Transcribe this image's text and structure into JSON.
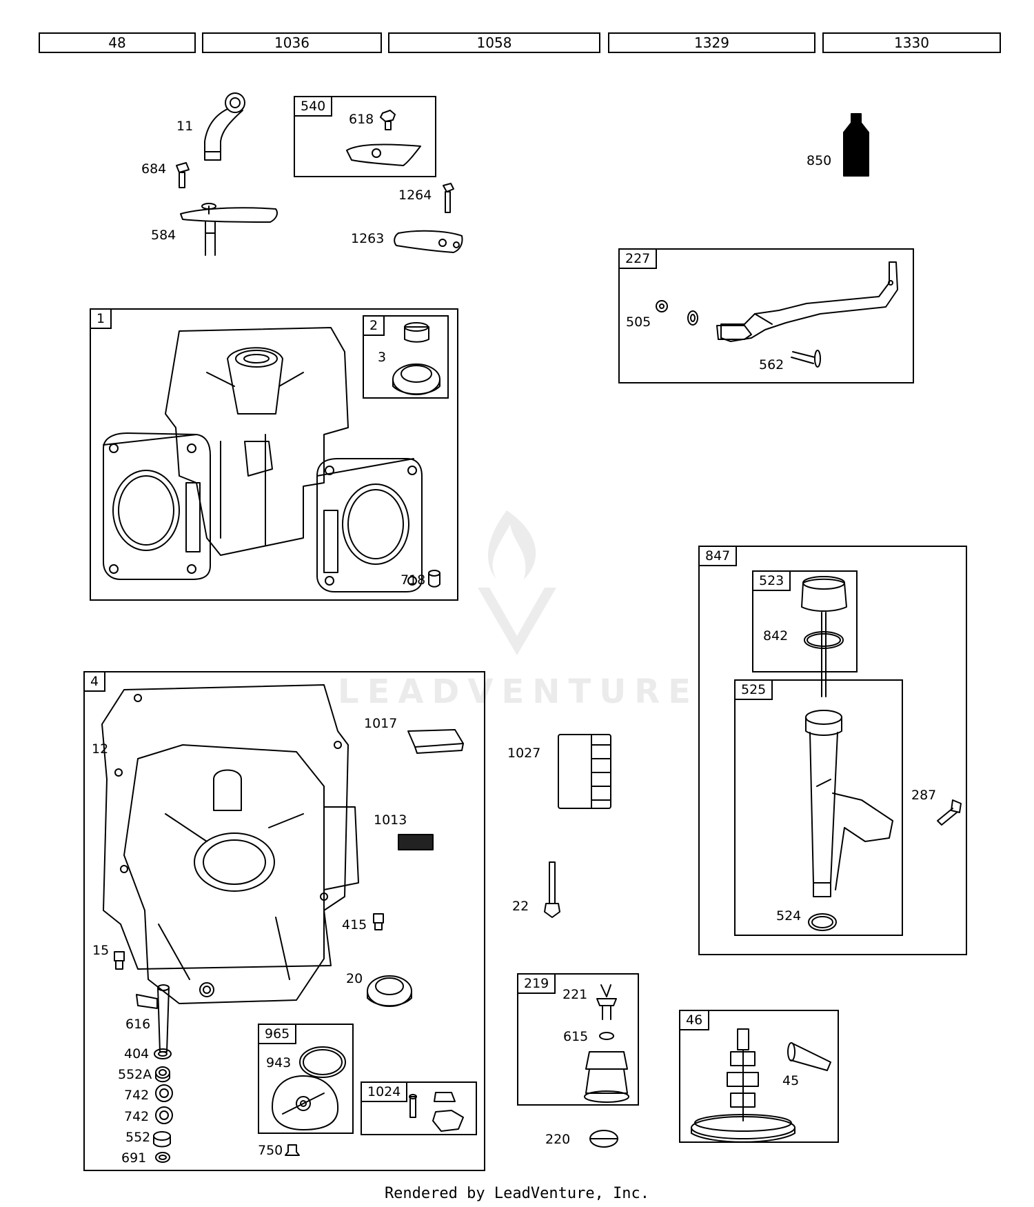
{
  "top_boxes": [
    "48",
    "1036",
    "1058",
    "1329",
    "1330"
  ],
  "groups": {
    "g540": "540",
    "g227": "227",
    "g1": "1",
    "g2": "2",
    "g847": "847",
    "g523": "523",
    "g525": "525",
    "g4": "4",
    "g965": "965",
    "g1024": "1024",
    "g219": "219",
    "g46": "46"
  },
  "parts": {
    "p11": "11",
    "p684": "684",
    "p584": "584",
    "p618": "618",
    "p1264": "1264",
    "p1263": "1263",
    "p850": "850",
    "p505": "505",
    "p562": "562",
    "p3": "3",
    "p718": "718",
    "p842": "842",
    "p287": "287",
    "p524": "524",
    "p12": "12",
    "p1017": "1017",
    "p1013": "1013",
    "p415": "415",
    "p15": "15",
    "p20": "20",
    "p616": "616",
    "p404": "404",
    "p552A": "552A",
    "p742a": "742",
    "p742b": "742",
    "p552": "552",
    "p691": "691",
    "p943": "943",
    "p750": "750",
    "p1027": "1027",
    "p22": "22",
    "p221": "221",
    "p615": "615",
    "p220": "220",
    "p45": "45"
  },
  "watermark": "LEADVENTURE",
  "footer": "Rendered by LeadVenture, Inc."
}
